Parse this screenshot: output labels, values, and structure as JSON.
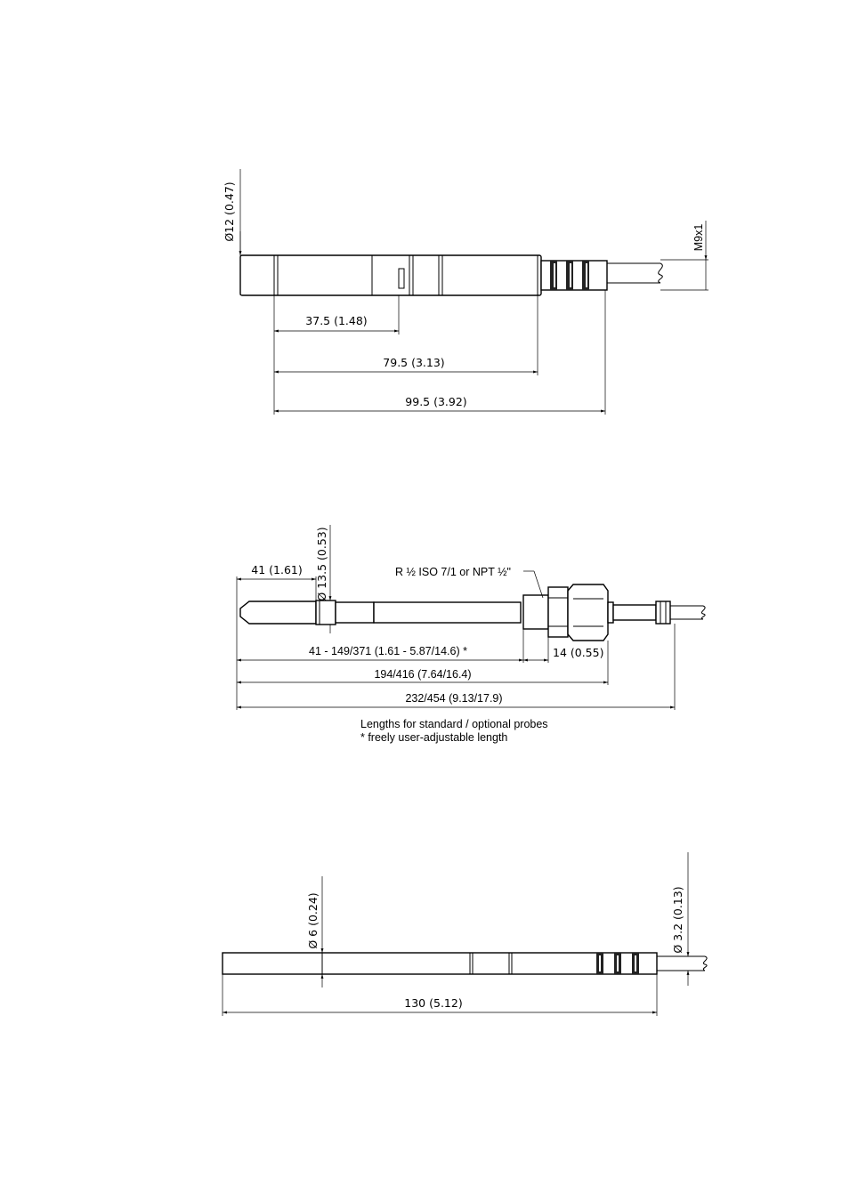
{
  "probe1": {
    "dim_diameter": "Ø12 (0.47)",
    "dim_thread": "M9x1",
    "dim_a": "37.5 (1.48)",
    "dim_b": "79.5 (3.13)",
    "dim_c": "99.5 (3.92)"
  },
  "probe2": {
    "dim_tip": "41 (1.61)",
    "dim_diameter": "Ø 13.5 (0.53)",
    "thread_label": "R ½ ISO 7/1 or NPT ½\"",
    "dim_adjustable": "41 - 149/371 (1.61 - 5.87/14.6) *",
    "dim_nut": "14 (0.55)",
    "dim_to_nut": "194/416 (7.64/16.4)",
    "dim_total": "232/454 (9.13/17.9)",
    "note_1": "Lengths for standard / optional probes",
    "note_2": "* freely user-adjustable length"
  },
  "probe3": {
    "dim_diameter": "Ø 6 (0.24)",
    "dim_cable": "Ø 3.2 (0.13)",
    "dim_length": "130 (5.12)"
  }
}
